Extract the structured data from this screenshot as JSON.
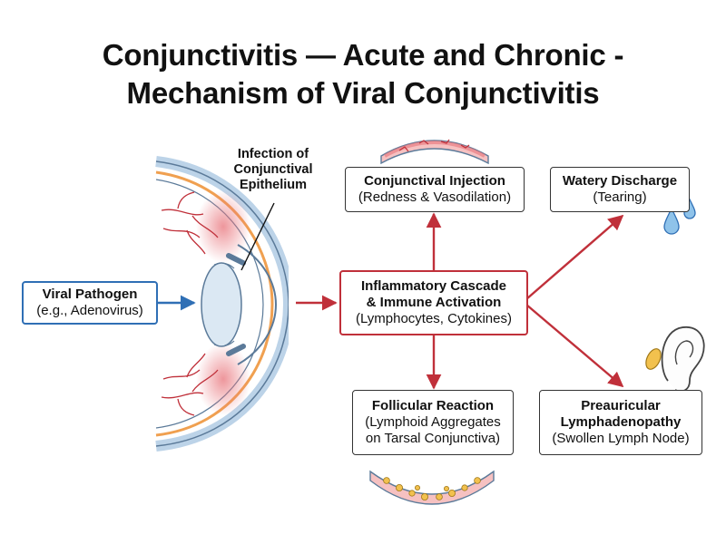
{
  "title": {
    "line1": "Conjunctivitis — Acute and Chronic -",
    "line2": "Mechanism of Viral Conjunctivitis"
  },
  "annotation": {
    "line1": "Infection of",
    "line2": "Conjunctival",
    "line3": "Epithelium"
  },
  "nodes": {
    "viral_pathogen": {
      "heading": "Viral Pathogen",
      "sub": "(e.g., Adenovirus)"
    },
    "inflammatory_cascade": {
      "heading_line1": "Inflammatory Cascade",
      "heading_line2": "& Immune Activation",
      "sub": "(Lymphocytes, Cytokines)"
    },
    "conjunctival_injection": {
      "heading": "Conjunctival Injection",
      "sub": "(Redness & Vasodilation)"
    },
    "watery_discharge": {
      "heading": "Watery Discharge",
      "sub": "(Tearing)"
    },
    "follicular_reaction": {
      "heading": "Follicular Reaction",
      "sub_line1": "(Lymphoid Aggregates",
      "sub_line2": "on Tarsal Conjunctiva)"
    },
    "preauricular_lymphadenopathy": {
      "heading_line1": "Preauricular",
      "heading_line2": "Lymphadenopathy",
      "sub": "(Swollen Lymph Node)"
    }
  },
  "icons": [
    "eye-cross-section-icon",
    "inflamed-conjunctiva-icon",
    "water-drops-icon",
    "ear-icon",
    "swollen-lymph-node-icon",
    "follicle-conjunctiva-icon"
  ],
  "colors": {
    "arrow_red": "#c0303a",
    "arrow_blue": "#2f6fb5",
    "inflammation": "#e8737a",
    "follicle": "#f2c14e"
  }
}
